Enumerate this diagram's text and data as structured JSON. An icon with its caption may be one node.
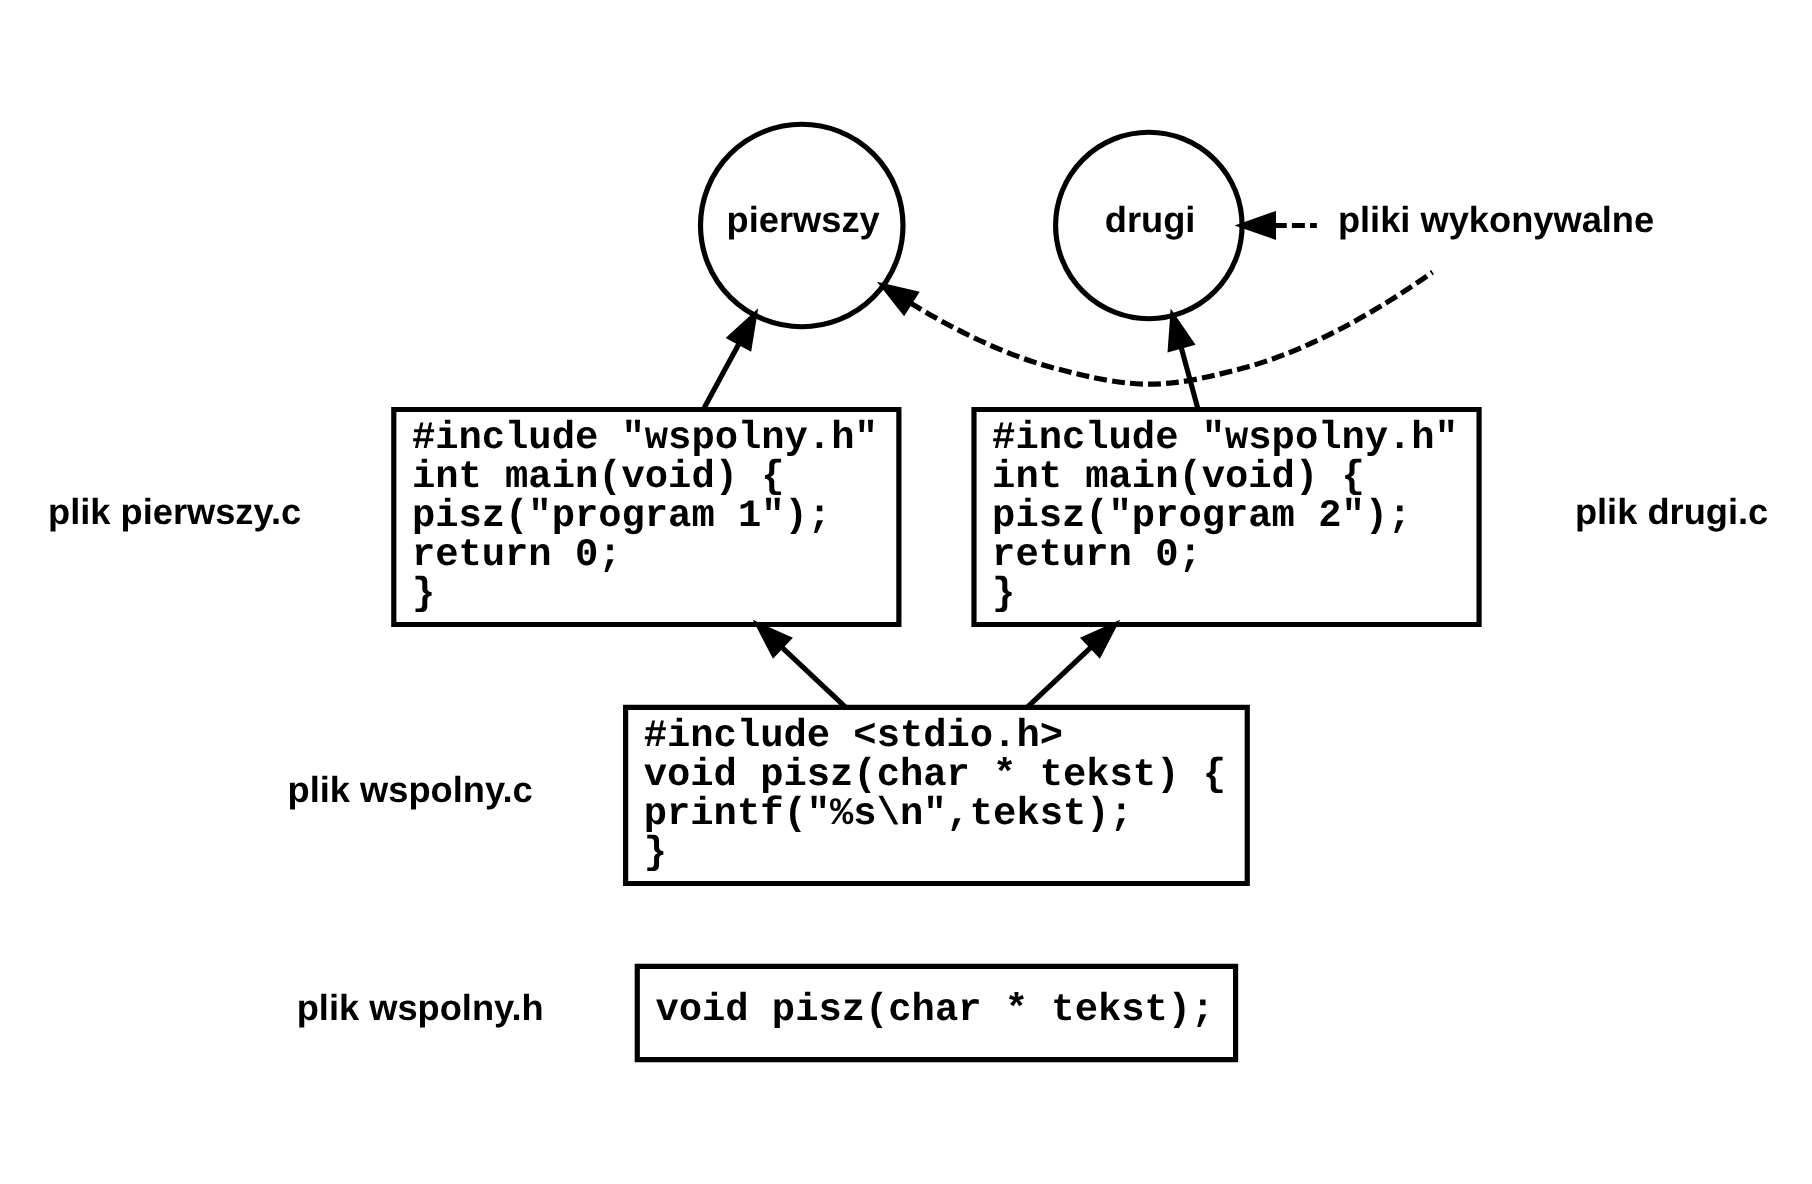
{
  "diagram": {
    "nodes": [
      {
        "text": [
          "pierwszy"
        ]
      },
      {
        "text": [
          "drugi"
        ]
      },
      {
        "text": [
          "#include \"wspolny.h\"",
          "int main(void) {",
          "pisz(\"program 1\");",
          "return 0;",
          "}"
        ],
        "beside": [
          "plik pierwszy.c"
        ]
      },
      {
        "text": [
          "#include \"wspolny.h\"",
          "int main(void) {",
          "pisz(\"program 2\");",
          "return 0;",
          "}"
        ],
        "beside": [
          "plik drugi.c"
        ]
      },
      {
        "text": [
          "#include <stdio.h>",
          "void pisz(char * tekst) {",
          "printf(\"%s\\n\",tekst);",
          "}"
        ],
        "beside": [
          "plik wspolny.c"
        ]
      },
      {
        "text": [
          "void pisz(char * tekst);"
        ],
        "beside": [
          "plik wspolny.h"
        ]
      },
      {
        "text": [
          "pliki wykonywalne"
        ]
      }
    ],
    "edges": [
      {
        "from": 2,
        "to": 0,
        "arrow": "to"
      },
      {
        "from": 3,
        "to": 1,
        "arrow": "to"
      },
      {
        "from": 4,
        "to": 2,
        "arrow": "to"
      },
      {
        "from": 4,
        "to": 3,
        "arrow": "to"
      },
      {
        "from": 6,
        "to": 0,
        "arrow": "to",
        "style": "dashed"
      },
      {
        "from": 6,
        "to": 1,
        "arrow": "to",
        "style": "dashed"
      }
    ]
  }
}
